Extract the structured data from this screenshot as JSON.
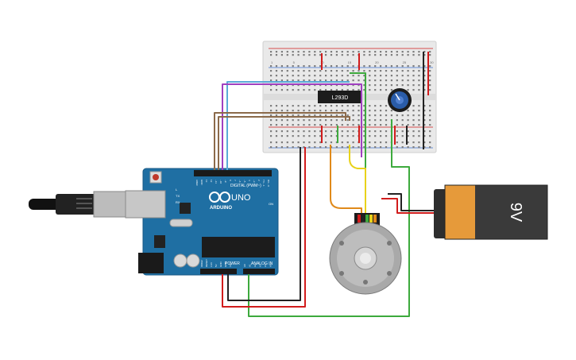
{
  "arduino": {
    "brand": "ARDUINO",
    "model": "UNO",
    "digital_header_label": "DIGITAL (PWM~)",
    "power_label": "POWER",
    "analog_label": "ANALOG IN",
    "on_label": "ON",
    "tx_label": "TX",
    "rx_label": "RX",
    "l_label": "L",
    "pin_labels_top": [
      "AREF",
      "GND",
      "13",
      "12",
      "~11",
      "~10",
      "~9",
      "8",
      "7",
      "~6",
      "~5",
      "4",
      "~3",
      "2",
      "TX→1",
      "RX←0"
    ],
    "pin_labels_power": [
      "IOREF",
      "RESET",
      "3.3V",
      "5V",
      "GND",
      "GND",
      "Vin"
    ],
    "pin_labels_analog": [
      "A0",
      "A1",
      "A2",
      "A3",
      "A4",
      "A5"
    ]
  },
  "breadboard": {
    "col_numbers": [
      "1",
      "5",
      "10",
      "15",
      "20",
      "25",
      "30"
    ]
  },
  "ic": {
    "label": "L293D"
  },
  "battery": {
    "label": "9V"
  },
  "colors": {
    "arduino_board": "#1f6fa3",
    "breadboard": "#e9e9e9",
    "wire_red": "#d11c1c",
    "wire_black": "#222222",
    "wire_green": "#3daa3d",
    "wire_orange": "#e08a1a",
    "wire_yellow": "#e8d21a",
    "wire_purple": "#a040c0",
    "wire_blue": "#5aaad8",
    "wire_brown": "#8b6a4a",
    "battery_body": "#e69a3a",
    "battery_cap": "#3a3a3a"
  }
}
